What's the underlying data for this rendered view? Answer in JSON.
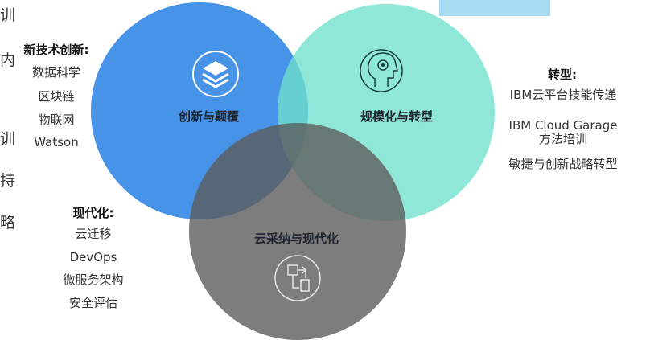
{
  "edge_text": [
    "训",
    "内",
    "训",
    "持",
    "略"
  ],
  "colors": {
    "innovation_circle": "#3e8fe6",
    "scale_circle": "#6fe0cc",
    "cloud_circle": "#787878",
    "top_rect": "#a6dcf3"
  },
  "circles": {
    "innovation": {
      "label": "创新与颠覆",
      "icon": "layers-icon"
    },
    "scale": {
      "label": "规模化与转型",
      "icon": "head-gear-icon"
    },
    "cloud": {
      "label": "云采纳与现代化",
      "icon": "workflow-icon"
    }
  },
  "groups": {
    "new_tech": {
      "title": "新技术创新:",
      "items": [
        "数据科学",
        "区块链",
        "物联网",
        "Watson"
      ]
    },
    "transformation": {
      "title": "转型:",
      "items": [
        "IBM云平台技能传递",
        "IBM Cloud Garage",
        "方法培训",
        "敏捷与创新战略转型"
      ]
    },
    "modernization": {
      "title": "现代化:",
      "items": [
        "云迁移",
        "DevOps",
        "微服务架构",
        "安全评估"
      ]
    }
  }
}
